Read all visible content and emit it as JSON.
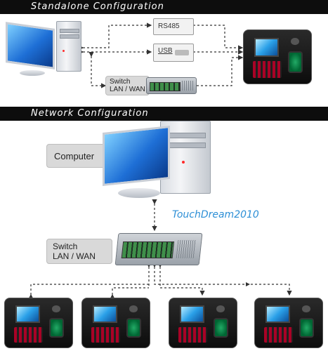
{
  "standalone": {
    "header": "Standalone Configuration",
    "rs485_label": "RS485",
    "usb_label": "USB",
    "switch_label_line1": "Switch",
    "switch_label_line2": "LAN / WAN"
  },
  "network": {
    "header": "Network Configuration",
    "computer_label": "Computer",
    "switch_label_line1": "Switch",
    "switch_label_line2": "LAN / WAN"
  },
  "watermark": "TouchDream2010"
}
